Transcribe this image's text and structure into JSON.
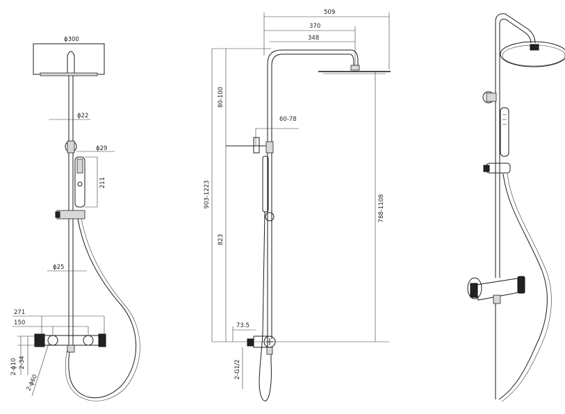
{
  "diagram": {
    "front_view": {
      "dims": {
        "head_diameter": "ϕ300",
        "riser_diameter": "ϕ22",
        "holder_diameter": "ϕ29",
        "hand_shower_length": "211",
        "lower_pipe_diameter": "ϕ25",
        "overall_width": "271",
        "inlet_spacing": "150",
        "inlet_a": "2-ϕ10",
        "inlet_b": "2-34",
        "escutcheon": "2-ϕ60"
      }
    },
    "side_view": {
      "dims": {
        "arm_total": "509",
        "arm_mid": "370",
        "arm_inner": "348",
        "holder_depth": "60-78",
        "head_height": "80-100",
        "total_height": "903-1223",
        "riser_height": "823",
        "right_height": "788-1108",
        "wall_offset": "73.5",
        "thread": "2-G1/2"
      }
    },
    "perspective_view": {}
  }
}
